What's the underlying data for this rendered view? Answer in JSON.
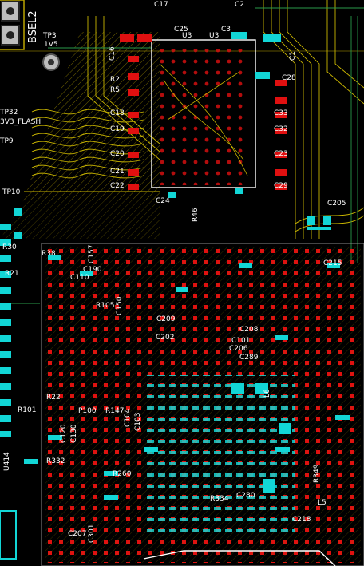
{
  "board": {
    "silkscreen_color": "#ffffff",
    "copper_top_color": "#e01010",
    "copper_bottom_color": "#12d6d6",
    "trace_color": "#c8b400",
    "trace_alt_color": "#2a9a4a",
    "background_color": "#000000"
  },
  "labels": {
    "bsel2": "BSEL2",
    "tp3": "TP3",
    "v1v5": "1V5",
    "c17": "C17",
    "c2": "C2",
    "c25": "C25",
    "u3_a": "U3",
    "u3_b": "U3",
    "c3": "C3",
    "c1": "C1",
    "c16": "C16",
    "c28": "C28",
    "tp32": "TP32",
    "v3flash": "3V3_FLASH",
    "tp9": "TP9",
    "tp10": "TP10",
    "c18": "C18",
    "c19": "C19",
    "c20": "C20",
    "c21": "C21",
    "c22": "C22",
    "c23": "C23",
    "c24": "C24",
    "c29": "C29",
    "c33": "C33",
    "c32": "C32",
    "r46": "R46",
    "r5": "R5",
    "r2": "R2",
    "c205": "C205",
    "c215": "C215",
    "r38": "R38",
    "c190": "C190",
    "c110": "C110",
    "r105": "R105",
    "c202": "C202",
    "c209": "C209",
    "c150": "C150",
    "c289": "C289",
    "c101": "C101",
    "c208": "C208",
    "c206": "C206",
    "r334": "R334",
    "c280": "C280",
    "r22": "R22",
    "r101": "R101",
    "r332": "R332",
    "r260": "R260",
    "p100": "P100",
    "u414": "U414",
    "c207": "C207",
    "r30": "R30",
    "c301": "C301",
    "c104": "C104",
    "c103": "C103",
    "r147": "R147",
    "c120": "C120",
    "c130": "C130",
    "l5": "L5",
    "l6": "L6",
    "c157": "C157",
    "r349": "R349",
    "c218": "C218",
    "r21": "R21"
  }
}
